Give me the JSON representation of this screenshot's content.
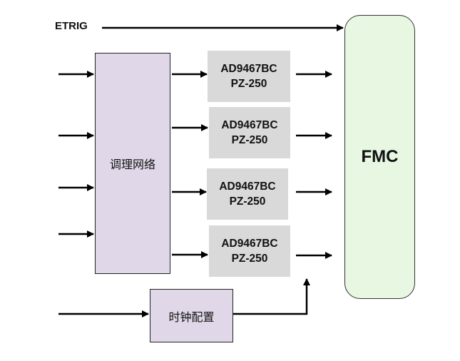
{
  "diagram": {
    "etrig_label": "ETRIG",
    "conditioning_label": "调理网络",
    "clock_label": "时钟配置",
    "fmc_label": "FMC",
    "adcs": [
      {
        "line1": "AD9467BC",
        "line2": "PZ-250"
      },
      {
        "line1": "AD9467BC",
        "line2": "PZ-250"
      },
      {
        "line1": "AD9467BC",
        "line2": "PZ-250"
      },
      {
        "line1": "AD9467BC",
        "line2": "PZ-250"
      }
    ],
    "colors": {
      "conditioning_fill": "#e0d8e8",
      "adc_fill": "#d9d9d9",
      "fmc_fill": "#e7f7e2",
      "arrow": "#000000"
    }
  }
}
